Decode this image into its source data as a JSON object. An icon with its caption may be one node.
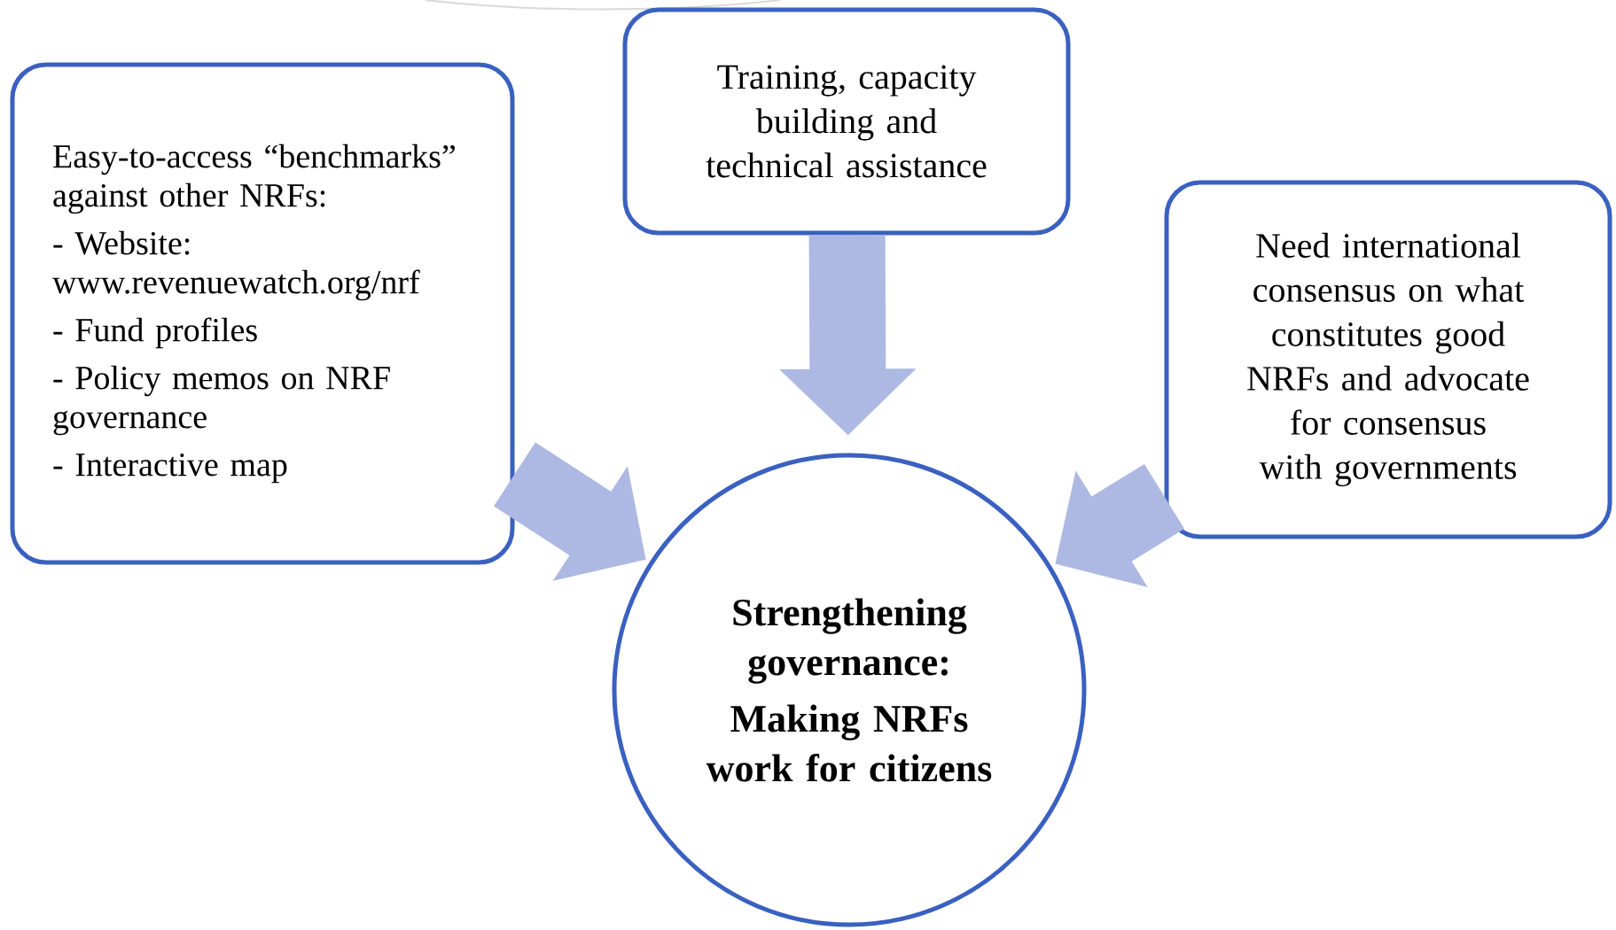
{
  "diagram": {
    "nodes": [
      {
        "text": [
          "Training, capacity building and technical assistance"
        ]
      },
      {
        "text": [
          "Easy-to-access “benchmarks” against other NRFs:",
          "- Website: www.revenuewatch.org/nrf",
          "- Fund profiles",
          "- Policy memos on NRF governance",
          "- Interactive map"
        ]
      },
      {
        "text": [
          "Need international consensus on what constitutes good NRFs and advocate for consensus with governments"
        ]
      },
      {
        "text": [
          "Strengthening governance:",
          "Making  NRFs work for citizens"
        ]
      }
    ],
    "edges": [
      {
        "from": 0,
        "to": 3,
        "arrow": "to"
      },
      {
        "from": 1,
        "to": 3,
        "arrow": "to"
      },
      {
        "from": 2,
        "to": 3,
        "arrow": "to"
      }
    ]
  }
}
